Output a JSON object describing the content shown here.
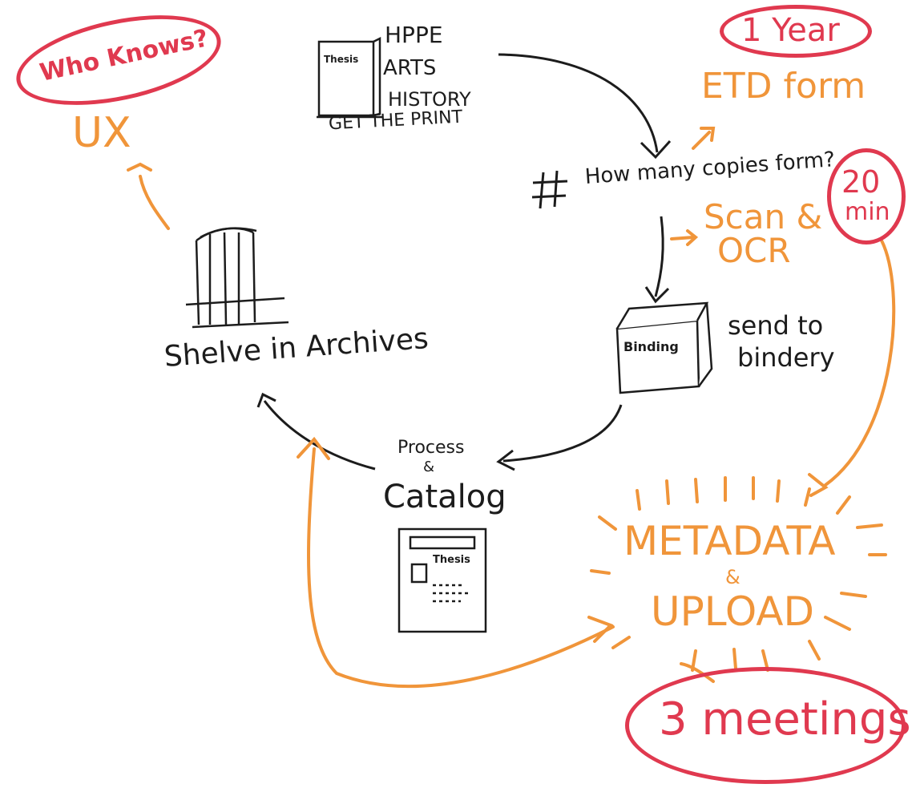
{
  "colors": {
    "ink": "#1c1c1c",
    "orange": "#f0953a",
    "red": "#e0394f"
  },
  "labels": {
    "who_knows": "Who Knows?",
    "ux": "UX",
    "thesis_book": "Thesis",
    "depts": [
      "HPPE",
      "ARTS",
      "HISTORY"
    ],
    "get_print": "GET THE PRINT",
    "one_year": "1 Year",
    "etd_form": "ETD form",
    "hash": "#",
    "how_many": "How many copies form?",
    "twenty_min": [
      "20",
      "min"
    ],
    "scan_ocr": [
      "Scan &",
      "OCR"
    ],
    "binding_box": "Binding",
    "send_bindery": [
      "send to",
      "bindery"
    ],
    "process": [
      "Process",
      "&"
    ],
    "catalog": "Catalog",
    "catalog_card": "Thesis",
    "shelve": "Shelve in Archives",
    "metadata": "METADATA",
    "amp": "&",
    "upload": "UPLOAD",
    "meetings": "3 meetings"
  }
}
